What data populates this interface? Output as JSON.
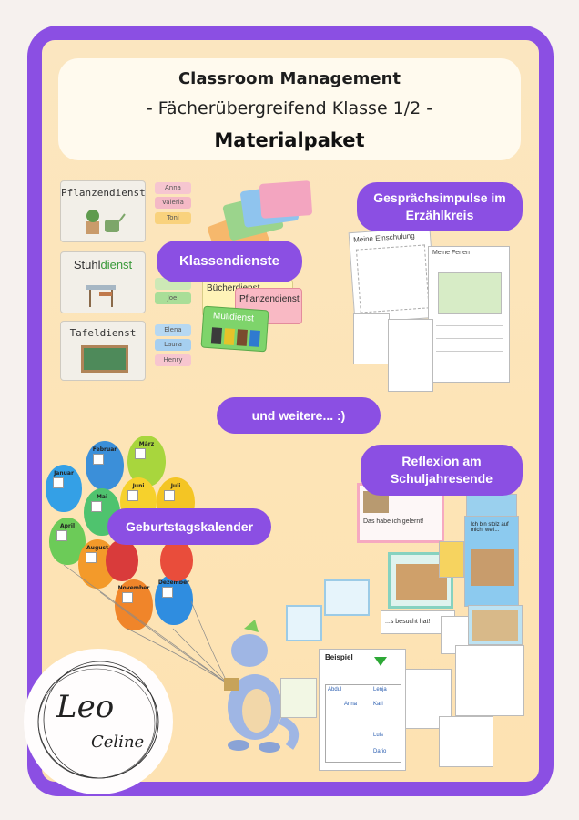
{
  "header": {
    "line1": "Classroom Management",
    "line2": "- Fächerübergreifend Klasse 1/2 -",
    "line3": "Materialpaket"
  },
  "labels": {
    "klassendienste": "Klassendienste",
    "gespraech": "Gesprächsimpulse im Erzählkreis",
    "weitere": "und weitere... :)",
    "reflexion": "Reflexion am Schuljahresende",
    "geburtstag": "Geburtstagskalender"
  },
  "duties": {
    "pflanzen": "Pflanzendienst",
    "stuhl_a": "Stuhl",
    "stuhl_b": "dienst",
    "tafel": "Tafeldienst",
    "names1": [
      "Anna",
      "Valeria",
      "Toni"
    ],
    "names2": [
      "Joel"
    ],
    "names3": [
      "Elena",
      "Laura",
      "Henry"
    ],
    "card_buecher": "Bücherdienst",
    "card_pflanzen": "Pflanzendienst",
    "card_muell": "Mülldienst"
  },
  "sheets": {
    "einschulung": "Meine Einschulung",
    "ferien": "Meine Ferien"
  },
  "balloons": [
    "Januar",
    "Februar",
    "März",
    "Mai",
    "Juni",
    "Juli",
    "April",
    "August",
    "November",
    "Dezember"
  ],
  "reflexion_cards": {
    "gelernt": "Das habe ich gelernt!",
    "stolz": "Ich bin stolz auf mich, weil...",
    "besucht": "...s besucht hat!",
    "beispiel": "Beispiel",
    "namen": [
      "Abdul",
      "Lenja",
      "Anna",
      "Karl",
      "Luis",
      "Dario"
    ]
  },
  "logo": {
    "line1": "Leo",
    "line2": "Celine"
  },
  "colors": {
    "accent": "#8b4fe3",
    "background": "#fde4b6"
  }
}
